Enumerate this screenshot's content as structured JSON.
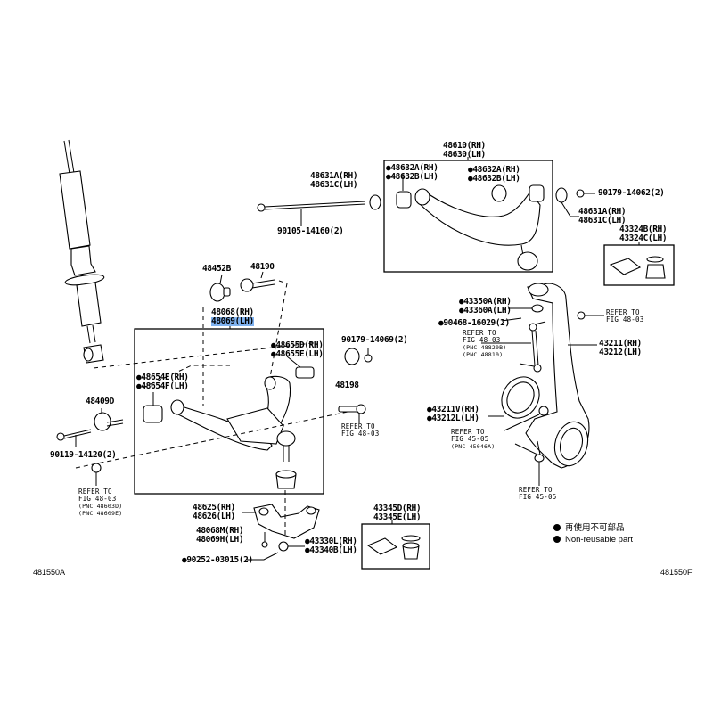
{
  "diagram": {
    "title": "Front Suspension Arm parts diagram",
    "selected_part": "48069(LH)",
    "codes": {
      "left": "481550A",
      "right": "481550F"
    },
    "legend": [
      {
        "symbol": "filled-circle",
        "text": "再使用不可部品"
      },
      {
        "symbol": "filled-circle",
        "text": "Non-reusable part"
      }
    ],
    "labels": {
      "upper_arm": [
        "48610(RH)",
        "48630(LH)"
      ],
      "upper_bush_left": [
        "●48632A(RH)",
        "●48632B(LH)"
      ],
      "upper_bush_right": [
        "●48632A(RH)",
        "●48632B(LH)"
      ],
      "cam_left": [
        "48631A(RH)",
        "48631C(LH)"
      ],
      "cam_right": [
        "48631A(RH)",
        "48631C(LH)"
      ],
      "nut_upper": "90179-14062(2)",
      "bolt_upper": "90105-14160(2)",
      "boot_kit_upper": [
        "43324B(RH)",
        "43324C(LH)"
      ],
      "cam_plate": "48452B",
      "cam_bolt": "48190",
      "lower_arm": [
        "48068(RH)",
        "48069(LH)"
      ],
      "lower_bush_rear": [
        "●48655D(RH)",
        "●48655E(LH)"
      ],
      "nut_lower_rear": "90179-14069(2)",
      "cam_washer": "48198",
      "lower_bush_front": [
        "●48654E(RH)",
        "●48654F(LH)"
      ],
      "cam_lower": "48409D",
      "bolt_lower": "90119-14120(2)",
      "bracket": [
        "48625(RH)",
        "48626(LH)"
      ],
      "bracket_bolt": [
        "48068M(RH)",
        "48069H(LH)"
      ],
      "cotter_pin": "●90252-03015(2)",
      "ball_joint_nut": [
        "●43330L(RH)",
        "●43340B(LH)"
      ],
      "boot_kit_lower": [
        "43345D(RH)",
        "43345E(LH)"
      ],
      "knuckle_cap": [
        "●43350A(RH)",
        "●43360A(LH)"
      ],
      "knuckle_pin": "●90468-16029(2)",
      "knuckle": [
        "43211(RH)",
        "43212(LH)"
      ],
      "dust_seal": [
        "●43211V(RH)",
        "●43212L(LH)"
      ]
    },
    "references": {
      "ref_bolt_lower": {
        "lines": [
          "REFER TO",
          "FIG 48-03"
        ],
        "pnc": [
          "(PNC 48603D)",
          "(PNC 48609E)"
        ]
      },
      "ref_mid_bolt": {
        "lines": [
          "REFER TO",
          "FIG 48-03"
        ],
        "pnc": []
      },
      "ref_stabilizer": {
        "lines": [
          "REFER TO",
          "FIG 48-03"
        ],
        "pnc": [
          "(PNC 48820B)",
          "(PNC 48810)"
        ]
      },
      "ref_knuckle_nut": {
        "lines": [
          "REFER TO",
          "FIG 48-03"
        ],
        "pnc": []
      },
      "ref_hub_nut": {
        "lines": [
          "REFER TO",
          "FIG 45-05"
        ],
        "pnc": [
          "(PNC 45046A)"
        ]
      },
      "ref_tie_rod": {
        "lines": [
          "REFER TO",
          "FIG 45-05"
        ],
        "pnc": []
      }
    }
  }
}
